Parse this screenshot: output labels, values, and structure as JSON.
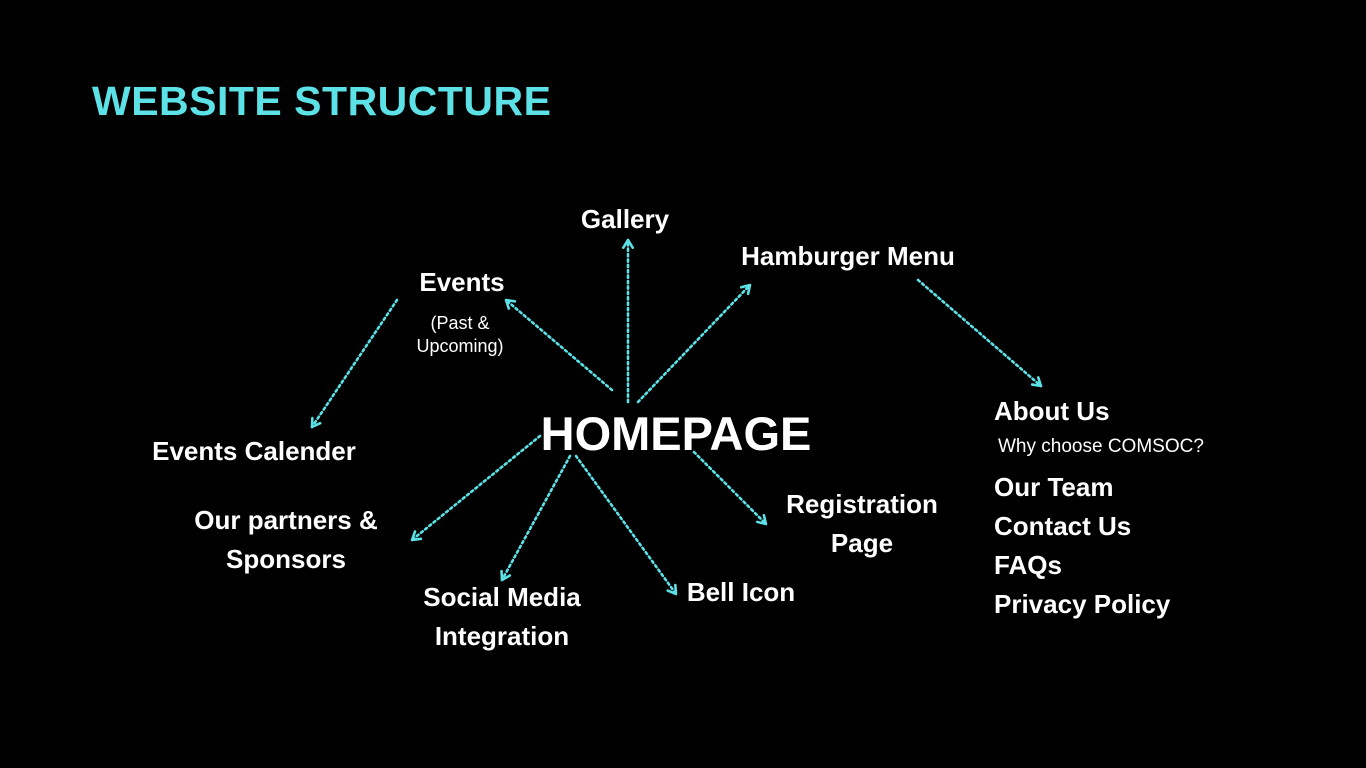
{
  "title": "WEBSITE STRUCTURE",
  "accent_color": "#5ce1e6",
  "hub": "HOMEPAGE",
  "nodes": {
    "gallery": "Gallery",
    "hamburger_menu": "Hamburger Menu",
    "events": "Events",
    "events_note_line1": "(Past &",
    "events_note_line2": "Upcoming)",
    "events_calender": "Events Calender",
    "partners_line1": "Our partners &",
    "partners_line2": "Sponsors",
    "social_line1": "Social Media",
    "social_line2": "Integration",
    "bell_icon": "Bell Icon",
    "registration_line1": "Registration",
    "registration_line2": "Page"
  },
  "menu": {
    "about": "About Us",
    "about_sub": "Why choose COMSOC?",
    "items": [
      "Our Team",
      "Contact Us",
      "FAQs",
      "Privacy Policy"
    ]
  }
}
